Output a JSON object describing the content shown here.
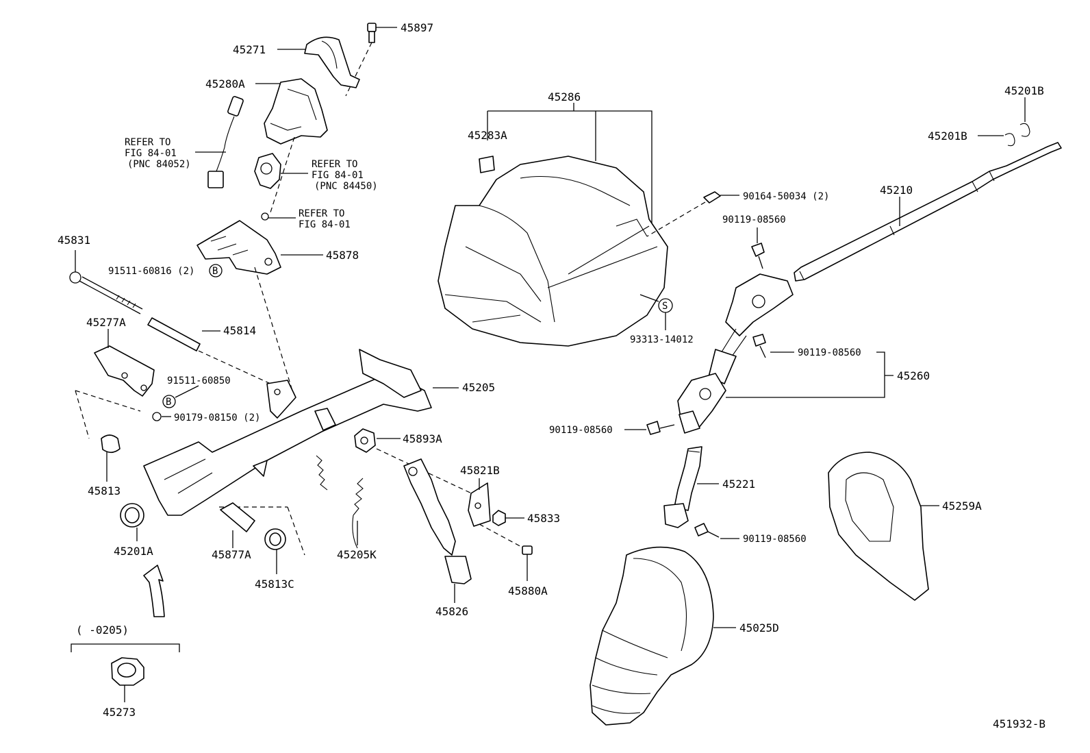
{
  "diagram": {
    "figure_number": "451932-B",
    "labels": {
      "p45897": "45897",
      "p45271": "45271",
      "p45280A": "45280A",
      "refer1_l1": "REFER TO",
      "refer1_l2": "FIG 84-01",
      "refer1_l3": "(PNC 84052)",
      "refer2_l1": "REFER TO",
      "refer2_l2": "FIG 84-01",
      "refer2_l3": "(PNC 84450)",
      "refer3_l1": "REFER TO",
      "refer3_l2": "FIG 84-01",
      "p45831": "45831",
      "p91511_60816": "91511-60816 (2)",
      "p45878": "45878",
      "p45277A": "45277A",
      "p45814": "45814",
      "p91511_60850": "91511-60850",
      "p90179_08150": "90179-08150 (2)",
      "p45205": "45205",
      "p45813": "45813",
      "p45893A": "45893A",
      "p45201A": "45201A",
      "p45877A": "45877A",
      "p45813C": "45813C",
      "p45205K": "45205K",
      "p45821B": "45821B",
      "p45833": "45833",
      "p45826": "45826",
      "p45880A": "45880A",
      "range": "(    -0205)",
      "p45273": "45273",
      "p45286": "45286",
      "p45283A": "45283A",
      "p93313_14012": "93313-14012",
      "p90164_50034": "90164-50034 (2)",
      "p90119_08560_a": "90119-08560",
      "p90119_08560_b": "90119-08560",
      "p90119_08560_c": "90119-08560",
      "p90119_08560_d": "90119-08560",
      "p45210": "45210",
      "p45201B_a": "45201B",
      "p45201B_b": "45201B",
      "p45260": "45260",
      "p45221": "45221",
      "p45259A": "45259A",
      "p45025D": "45025D",
      "mark_B": "B",
      "mark_S": "S"
    }
  }
}
